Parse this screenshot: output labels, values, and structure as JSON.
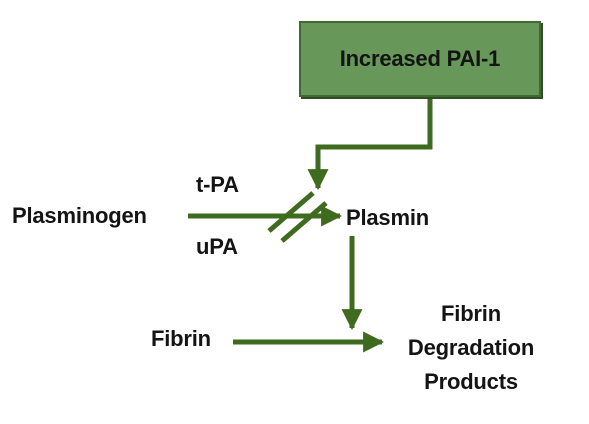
{
  "colors": {
    "arrow": "#3f6b1f",
    "box_fill": "#67985a",
    "box_border": "#3f6b33",
    "text": "#141414"
  },
  "nodes": {
    "inhibitor": "Increased PAI-1",
    "substrate": "Plasminogen",
    "activator_top": "t-PA",
    "activator_bottom": "uPA",
    "enzyme": "Plasmin",
    "fibrin": "Fibrin",
    "products_line1": "Fibrin",
    "products_line2": "Degradation",
    "products_line3": "Products"
  }
}
